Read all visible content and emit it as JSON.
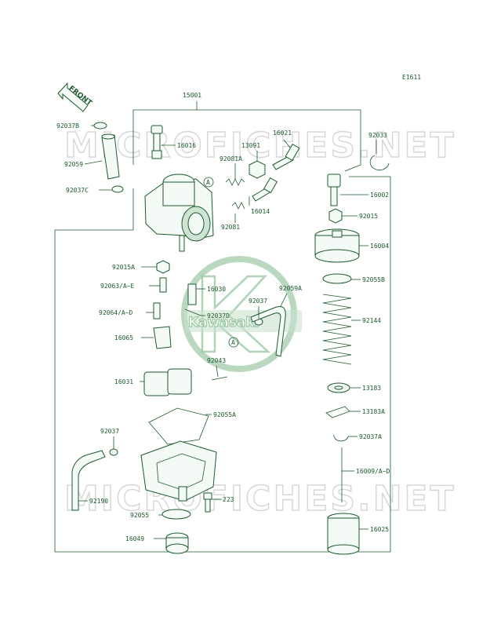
{
  "diagram_code": "E1611",
  "front_label": "FRONT",
  "watermark_text": "MICROFICHES.NET",
  "logo_text": "Kawasaki",
  "ref_marker": "A",
  "colors": {
    "ink": "#1c5a2c",
    "watermark": "#d6d6d6",
    "logo": "#9bc8a4"
  },
  "labels": {
    "p15001": "15001",
    "p92037B": "92037B",
    "p92059": "92059",
    "p92037C": "92037C",
    "p16016": "16016",
    "p13091": "13091",
    "p16021": "16021",
    "p92081A": "92081A",
    "p16014": "16014",
    "p92081": "92081",
    "p92033": "92033",
    "p16002": "16002",
    "p92015": "92015",
    "p16004": "16004",
    "p92015A": "92015A",
    "p92063": "92063/A~E",
    "p16030": "16030",
    "p92037": "92037",
    "p92059A": "92059A",
    "p92064": "92064/A~D",
    "p92037D": "92037D",
    "p16065": "16065",
    "p92055B": "92055B",
    "p92144": "92144",
    "p92043": "92043",
    "p16031": "16031",
    "p13183": "13183",
    "p13183A": "13183A",
    "p92055A": "92055A",
    "p92037b": "92037",
    "p92037A": "92037A",
    "p16009": "16009/A~D",
    "p92190": "92190",
    "p223": "223",
    "p92055": "92055",
    "p16049": "16049",
    "p16025": "16025"
  }
}
